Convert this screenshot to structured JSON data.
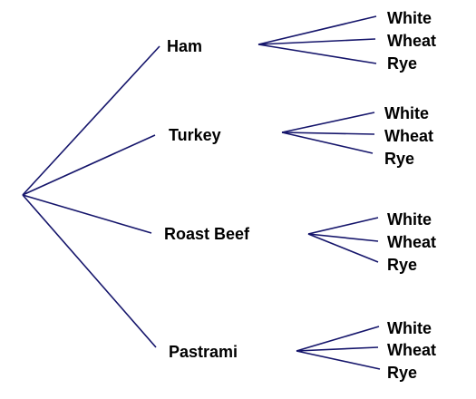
{
  "tree": {
    "line_color": "#15156b",
    "meats": [
      {
        "label": "Ham",
        "breads": [
          "White",
          "Wheat",
          "Rye"
        ]
      },
      {
        "label": "Turkey",
        "breads": [
          "White",
          "Wheat",
          "Rye"
        ]
      },
      {
        "label": "Roast Beef",
        "breads": [
          "White",
          "Wheat",
          "Rye"
        ]
      },
      {
        "label": "Pastrami",
        "breads": [
          "White",
          "Wheat",
          "Rye"
        ]
      }
    ]
  }
}
